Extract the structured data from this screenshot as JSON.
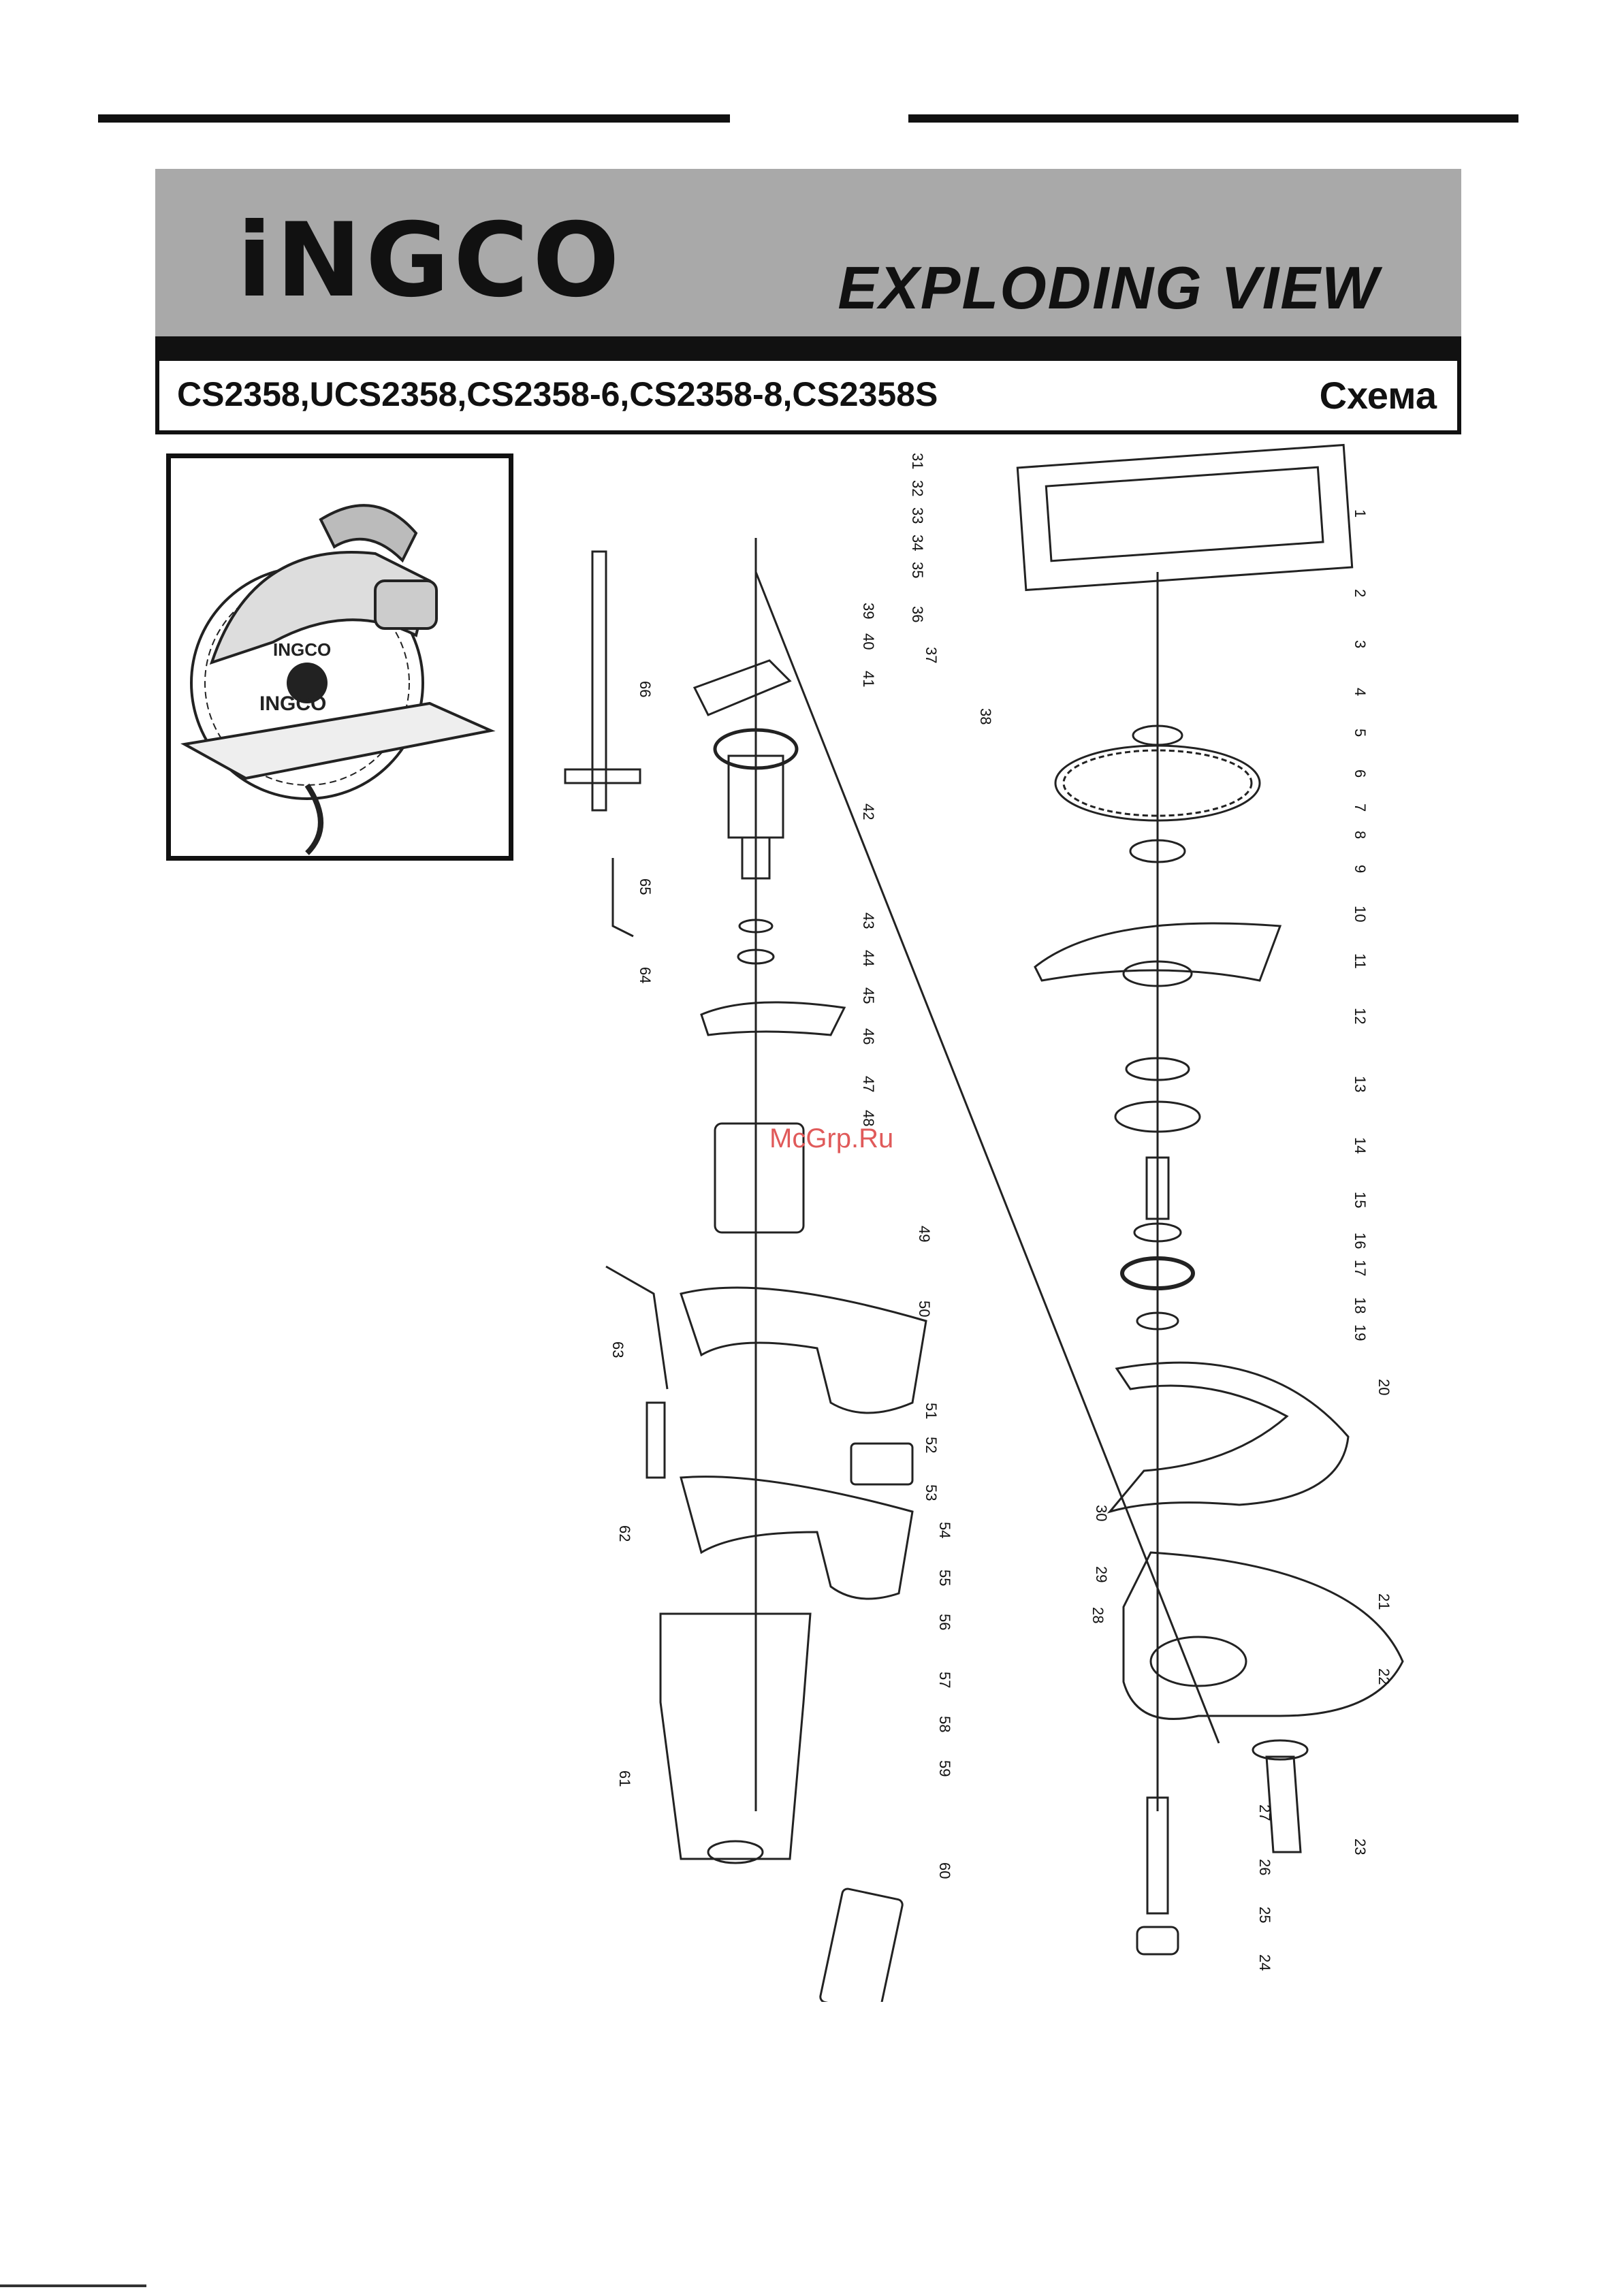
{
  "brand": {
    "logo_text": "iNGCO"
  },
  "header": {
    "title": "EXPLODING VIEW",
    "models": "CS2358,UCS2358,CS2358-6,CS2358-8,CS2358S",
    "schema_label": "Схема"
  },
  "thumbnail": {
    "logo_text_1": "INGCO",
    "logo_text_2": "INGCO"
  },
  "watermark": "McGrp.Ru",
  "parts": [
    "1",
    "2",
    "3",
    "4",
    "5",
    "6",
    "7",
    "8",
    "9",
    "10",
    "11",
    "12",
    "13",
    "14",
    "15",
    "16",
    "17",
    "18",
    "19",
    "20",
    "21",
    "22",
    "23",
    "24",
    "25",
    "26",
    "27",
    "28",
    "29",
    "30",
    "31",
    "32",
    "33",
    "34",
    "35",
    "36",
    "37",
    "38",
    "39",
    "40",
    "41",
    "42",
    "43",
    "44",
    "45",
    "46",
    "47",
    "48",
    "49",
    "50",
    "51",
    "52",
    "53",
    "54",
    "55",
    "56",
    "57",
    "58",
    "59",
    "60",
    "61",
    "62",
    "63",
    "64",
    "65",
    "66"
  ],
  "colors": {
    "band": "#a9a9a9",
    "ink": "#111111",
    "watermark": "#e05a5a"
  }
}
